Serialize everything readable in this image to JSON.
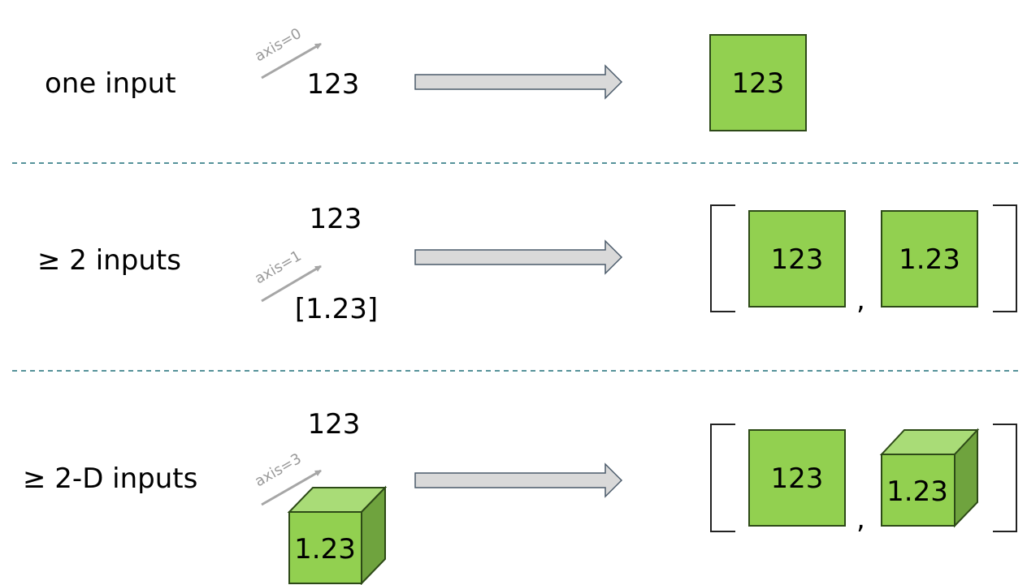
{
  "colors": {
    "green_front": "#92d050",
    "green_top": "#a9dc77",
    "green_side": "#6fa33e",
    "box_stroke": "#2d4a17",
    "arrow_fill": "#d9d9d9",
    "arrow_stroke": "#4a5a6a",
    "axis_arrow": "#a6a6a6",
    "divider": "#1f6f78"
  },
  "rows": [
    {
      "label": "one input",
      "axis_label": "axis=0",
      "inputs": [
        "123"
      ],
      "outputs": [
        "123"
      ]
    },
    {
      "label": "≥ 2 inputs",
      "axis_label": "axis=1",
      "inputs": [
        "123",
        "[1.23]"
      ],
      "outputs": [
        "123",
        "1.23"
      ],
      "separator": ","
    },
    {
      "label": "≥ 2-D inputs",
      "axis_label": "axis=3",
      "inputs": [
        "123",
        "1.23"
      ],
      "outputs": [
        "123",
        "1.23"
      ],
      "separator": ","
    }
  ]
}
